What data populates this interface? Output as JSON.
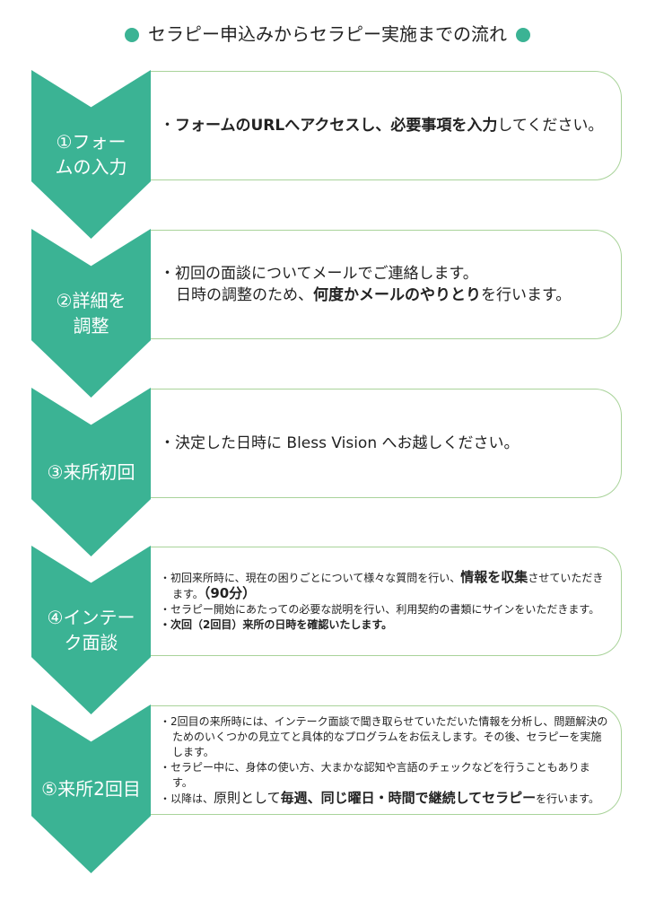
{
  "title": "セラピー申込みからセラピー実施までの流れ",
  "accent": "#3bb394",
  "steps": [
    {
      "label": "①フォームの入力"
    },
    {
      "label": "②詳細を調整"
    },
    {
      "label": "③来所初回"
    },
    {
      "label": "④インテーク面談"
    },
    {
      "label": "⑤来所2回目"
    }
  ],
  "s1": {
    "a": "・",
    "b": "フォームのURLへアクセスし、必要事項を入力",
    "c": "してください。"
  },
  "s2": {
    "a": "・初回の面談についてメールでご連絡します。",
    "b": "日時の調整のため、",
    "c": "何度かメールのやりとり",
    "d": "を行います。"
  },
  "s3": {
    "a": "・決定した日時に Bless Vision へお越しください。"
  },
  "s4": {
    "a1": "・初回来所時に、現在の困りごとについて様々な質問を行い、",
    "a2": "情報を収集",
    "a3": "させていただきます。",
    "a4": "（90分）",
    "b": "・セラピー開始にあたっての必要な説明を行い、利用契約の書類にサインをいただきます。",
    "c": "・次回（2回目）来所の日時を確認いたします。"
  },
  "s5": {
    "a": "・2回目の来所時には、インテーク面談で聞き取らせていただいた情報を分析し、問題解決のためのいくつかの見立てと具体的なプログラムをお伝えします。その後、セラピーを実施します。",
    "b": "・セラピー中に、身体の使い方、大まかな認知や言語のチェックなどを行うこともあります。",
    "c1": "・以降は、",
    "c2": "原則として",
    "c3": "毎週、同じ曜日・時間で継続してセラピー",
    "c4": "を行います。"
  }
}
